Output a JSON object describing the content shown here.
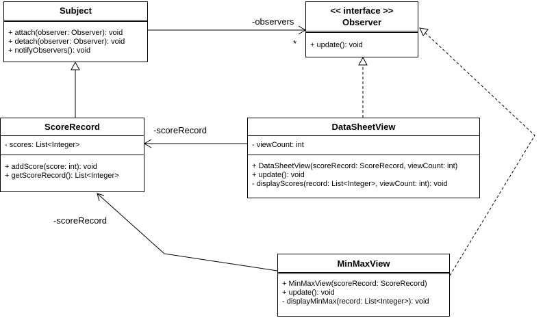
{
  "classes": {
    "subject": {
      "name": "Subject",
      "methods": [
        "+ attach(observer: Observer): void",
        "+ detach(observer: Observer): void",
        "+ notifyObservers(): void"
      ]
    },
    "observer": {
      "stereotype": "<< interface >>",
      "name": "Observer",
      "methods": [
        "+ update(): void"
      ]
    },
    "score_record": {
      "name": "ScoreRecord",
      "attributes": [
        "- scores: List<Integer>"
      ],
      "methods": [
        "+ addScore(score: int): void",
        "+ getScoreRecord(): List<Integer>"
      ]
    },
    "data_sheet_view": {
      "name": "DataSheetView",
      "attributes": [
        "- viewCount: int"
      ],
      "methods": [
        "+ DataSheetView(scoreRecord: ScoreRecord, viewCount: int)",
        "+ update(): void",
        "- displayScores(record: List<Integer>, viewCount: int): void"
      ]
    },
    "min_max_view": {
      "name": "MinMaxView",
      "methods": [
        "+ MinMaxView(scoreRecord: ScoreRecord)",
        "+ update(): void",
        "- displayMinMax(record: List<Integer>): void"
      ]
    }
  },
  "relations": {
    "subject_observers": {
      "role": "-observers",
      "multiplicity": "*"
    },
    "datasheet_scorerecord": {
      "role": "-scoreRecord"
    },
    "minmax_scorerecord": {
      "role": "-scoreRecord"
    }
  }
}
